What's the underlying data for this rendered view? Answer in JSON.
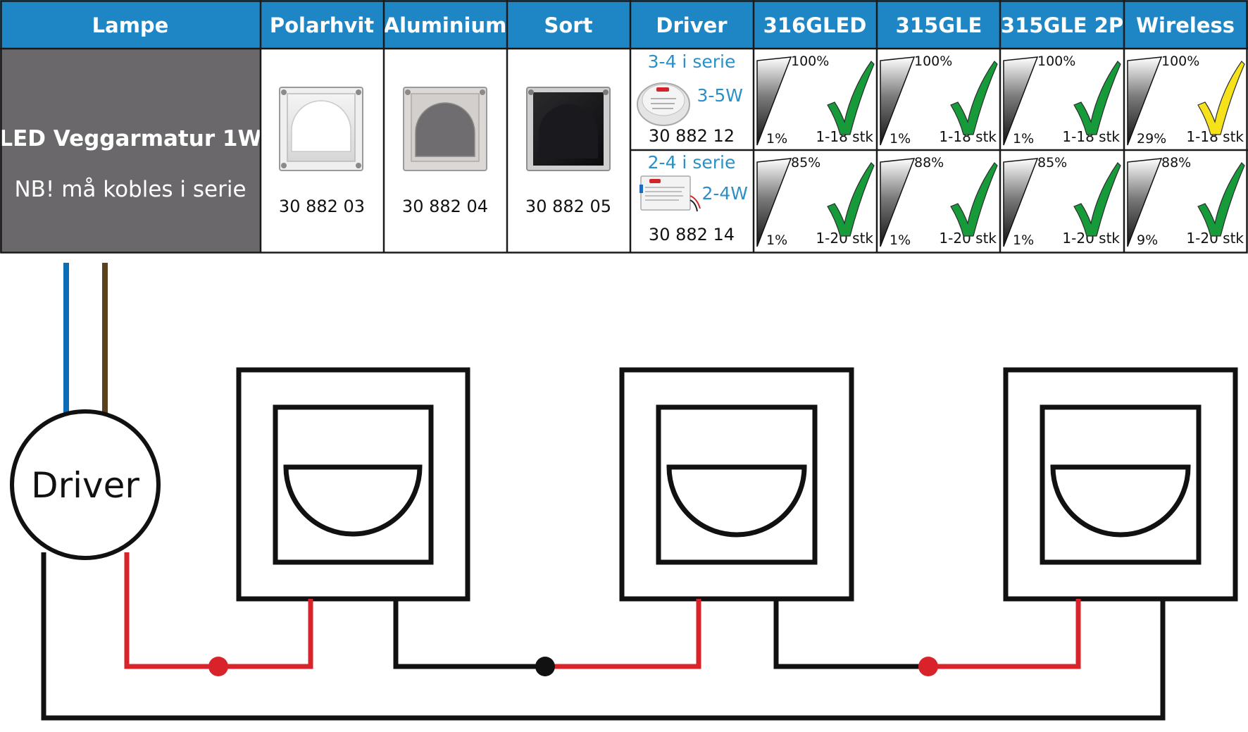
{
  "header": {
    "lampe": "Lampe",
    "polarhvit": "Polarhvit",
    "aluminium": "Aluminium",
    "sort": "Sort",
    "driver": "Driver",
    "dim1": "316GLED",
    "dim2": "315GLE",
    "dim3": "315GLE 2P",
    "dim4": "Wireless"
  },
  "lamp": {
    "title": "LED Veggarmatur 1W",
    "note": "NB! må kobles i serie"
  },
  "articles": {
    "polarhvit": "30 882  03",
    "aluminium": "30 882 04",
    "sort": "30 882 05"
  },
  "drivers": {
    "row1": {
      "series": "3-4 i serie",
      "power": "3-5W",
      "article": "30 882 12"
    },
    "row2": {
      "series": "2-4 i serie",
      "power": "2-4W",
      "article": "30 882 14"
    }
  },
  "compat": {
    "row1": [
      {
        "max": "100%",
        "min": "1%",
        "qty": "1-18 stk",
        "check": "green"
      },
      {
        "max": "100%",
        "min": "1%",
        "qty": "1-18 stk",
        "check": "green"
      },
      {
        "max": "100%",
        "min": "1%",
        "qty": "1-18 stk",
        "check": "green"
      },
      {
        "max": "100%",
        "min": "29%",
        "qty": "1-18 stk",
        "check": "yellow"
      }
    ],
    "row2": [
      {
        "max": "85%",
        "min": "1%",
        "qty": "1-20 stk",
        "check": "green"
      },
      {
        "max": "88%",
        "min": "1%",
        "qty": "1-20 stk",
        "check": "green"
      },
      {
        "max": "85%",
        "min": "1%",
        "qty": "1-20 stk",
        "check": "green"
      },
      {
        "max": "88%",
        "min": "9%",
        "qty": "1-20 stk",
        "check": "green"
      }
    ]
  },
  "wiring": {
    "driver_label": "Driver"
  },
  "colors": {
    "header_blue": "#1f86c5",
    "lamp_grey": "#6a686a",
    "text_blue": "#2b8fc8",
    "wire_blue": "#0b6db6",
    "wire_brown": "#5a4220",
    "wire_red": "#d8232a",
    "wire_black": "#111111",
    "check_green": "#179a3a",
    "check_yellow": "#f6e21b"
  },
  "icons": {
    "dimming_range": "dimming-wedge-icon",
    "compatible": "checkmark-icon"
  }
}
